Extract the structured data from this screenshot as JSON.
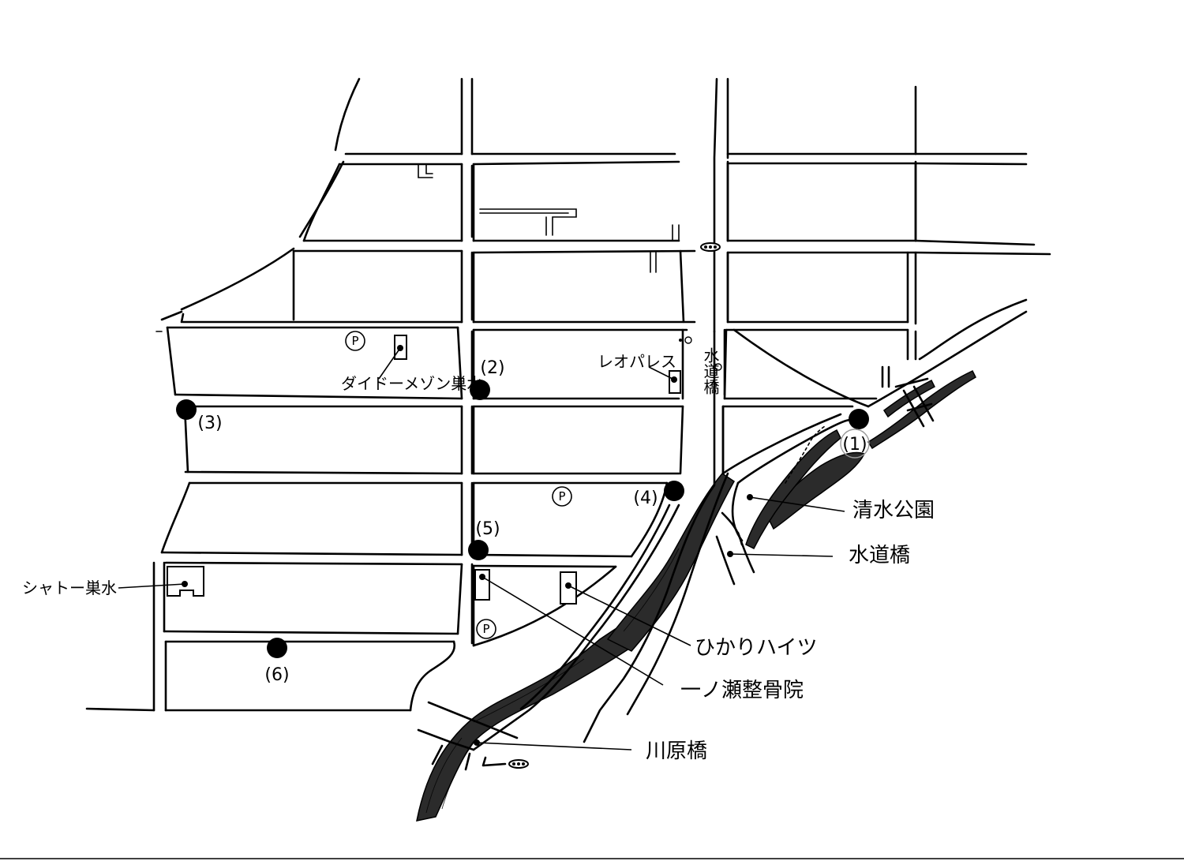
{
  "points": {
    "p1": "(1)",
    "p2": "(2)",
    "p3": "(3)",
    "p4": "(4)",
    "p5": "(5)",
    "p6": "(6)"
  },
  "labels": {
    "daido_maison": "ダイドーメゾン巣水",
    "leopalace": "レオパレス",
    "suidobashi_v": "水道橋",
    "shimizu_park": "清水公園",
    "suidobashi": "水道橋",
    "chateau": "シャトー巣水",
    "hikari_heights": "ひかりハイツ",
    "ichinose": "一ノ瀬整骨院",
    "kawarabashi": "川原橋"
  },
  "parking": {
    "symbol": "P"
  }
}
